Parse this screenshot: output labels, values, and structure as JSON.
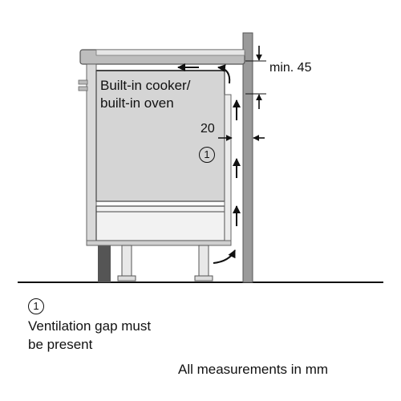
{
  "labels": {
    "appliance": "Built-in cooker/",
    "appliance_line2": "built-in oven",
    "top_gap": "min. 45",
    "side_gap": "20",
    "callout_number": "1"
  },
  "legend": {
    "number": "1",
    "line1": "Ventilation gap must",
    "line2": "be present"
  },
  "footer": "All measurements in mm"
}
